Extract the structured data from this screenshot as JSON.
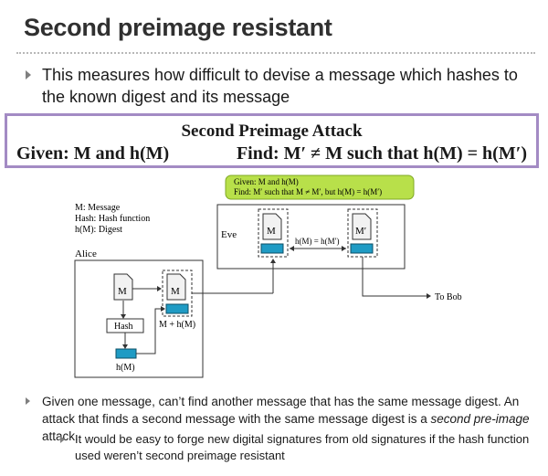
{
  "title": "Second preimage resistant",
  "bullet1": "This measures how difficult to devise a message which hashes to the known digest and its message",
  "attack": {
    "title": "Second Preimage Attack",
    "given": "Given: M and h(M)",
    "find": "Find: M′ ≠ M such that h(M) = h(M′)"
  },
  "diagram": {
    "legend": [
      "M: Message",
      "Hash: Hash function",
      "h(M): Digest"
    ],
    "note_given": "Given: M and h(M)",
    "note_find": "Find: M′ such that M ≠ M′, but h(M) = h(M′)",
    "eve": "Eve",
    "alice": "Alice",
    "m": "M",
    "m_prime": "M′",
    "equality": "h(M) = h(M′)",
    "hash": "Hash",
    "m_plus_h": "M + h(M)",
    "hm": "h(M)",
    "to_bob": "To Bob"
  },
  "bullet2_before": "Given one message, can’t find another message that has the same message digest.  An attack that finds a second message with the same message digest is a ",
  "bullet2_italic": "second pre-image",
  "bullet2_after": " attack.",
  "sub_bullet": "It would be easy to forge new digital signatures from old signatures if the hash function used weren’t second preimage resistant",
  "colors": {
    "accent": "#a38bc4",
    "note_bg": "#b8e04a",
    "digest": "#1f9bc4"
  }
}
